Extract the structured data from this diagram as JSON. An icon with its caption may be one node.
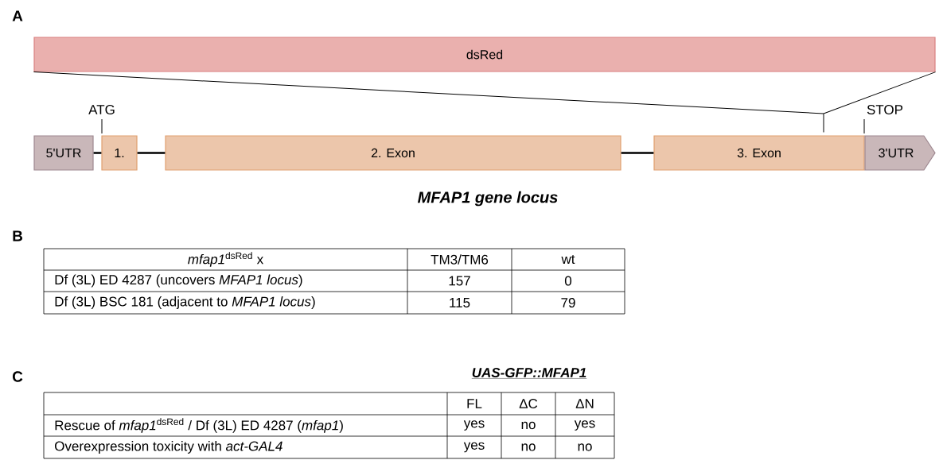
{
  "diagram": {
    "caption": "MFAP1 gene locus",
    "nodes": [
      {
        "text": [
          "dsRed"
        ]
      },
      {
        "text": [
          "5'UTR"
        ]
      },
      {
        "text": [
          "1."
        ]
      },
      {
        "text": [
          "2. Exon"
        ]
      },
      {
        "text": [
          "3. Exon"
        ]
      },
      {
        "text": [
          "3'UTR"
        ]
      }
    ],
    "edges": [
      {
        "from": 0,
        "to": 4,
        "arrow": "none"
      },
      {
        "from": 1,
        "to": 2,
        "arrow": "none"
      },
      {
        "from": 2,
        "to": 3,
        "arrow": "none"
      },
      {
        "from": 3,
        "to": 4,
        "arrow": "none"
      }
    ],
    "labels": [
      "A",
      "ATG",
      "STOP",
      "B",
      "*mfap1*$^{dsRed}$ x",
      "TM3/TM6",
      "wt",
      "Df (3L) ED 4287 (uncovers *MFAP1 locus*)",
      "157",
      "0",
      "Df (3L) BSC 181 (adjacent to *MFAP1 locus*)",
      "115",
      "79",
      "C",
      "UAS-GFP::MFAP1",
      "FL",
      "ΔC",
      "ΔN",
      "Rescue of *mfap1*$^{dsRed}$ / Df (3L) ED 4287 (*mfap1*)",
      "yes",
      "no",
      "yes",
      "Overexpression toxicity with *act-GAL4*",
      "yes",
      "no",
      "no"
    ]
  }
}
